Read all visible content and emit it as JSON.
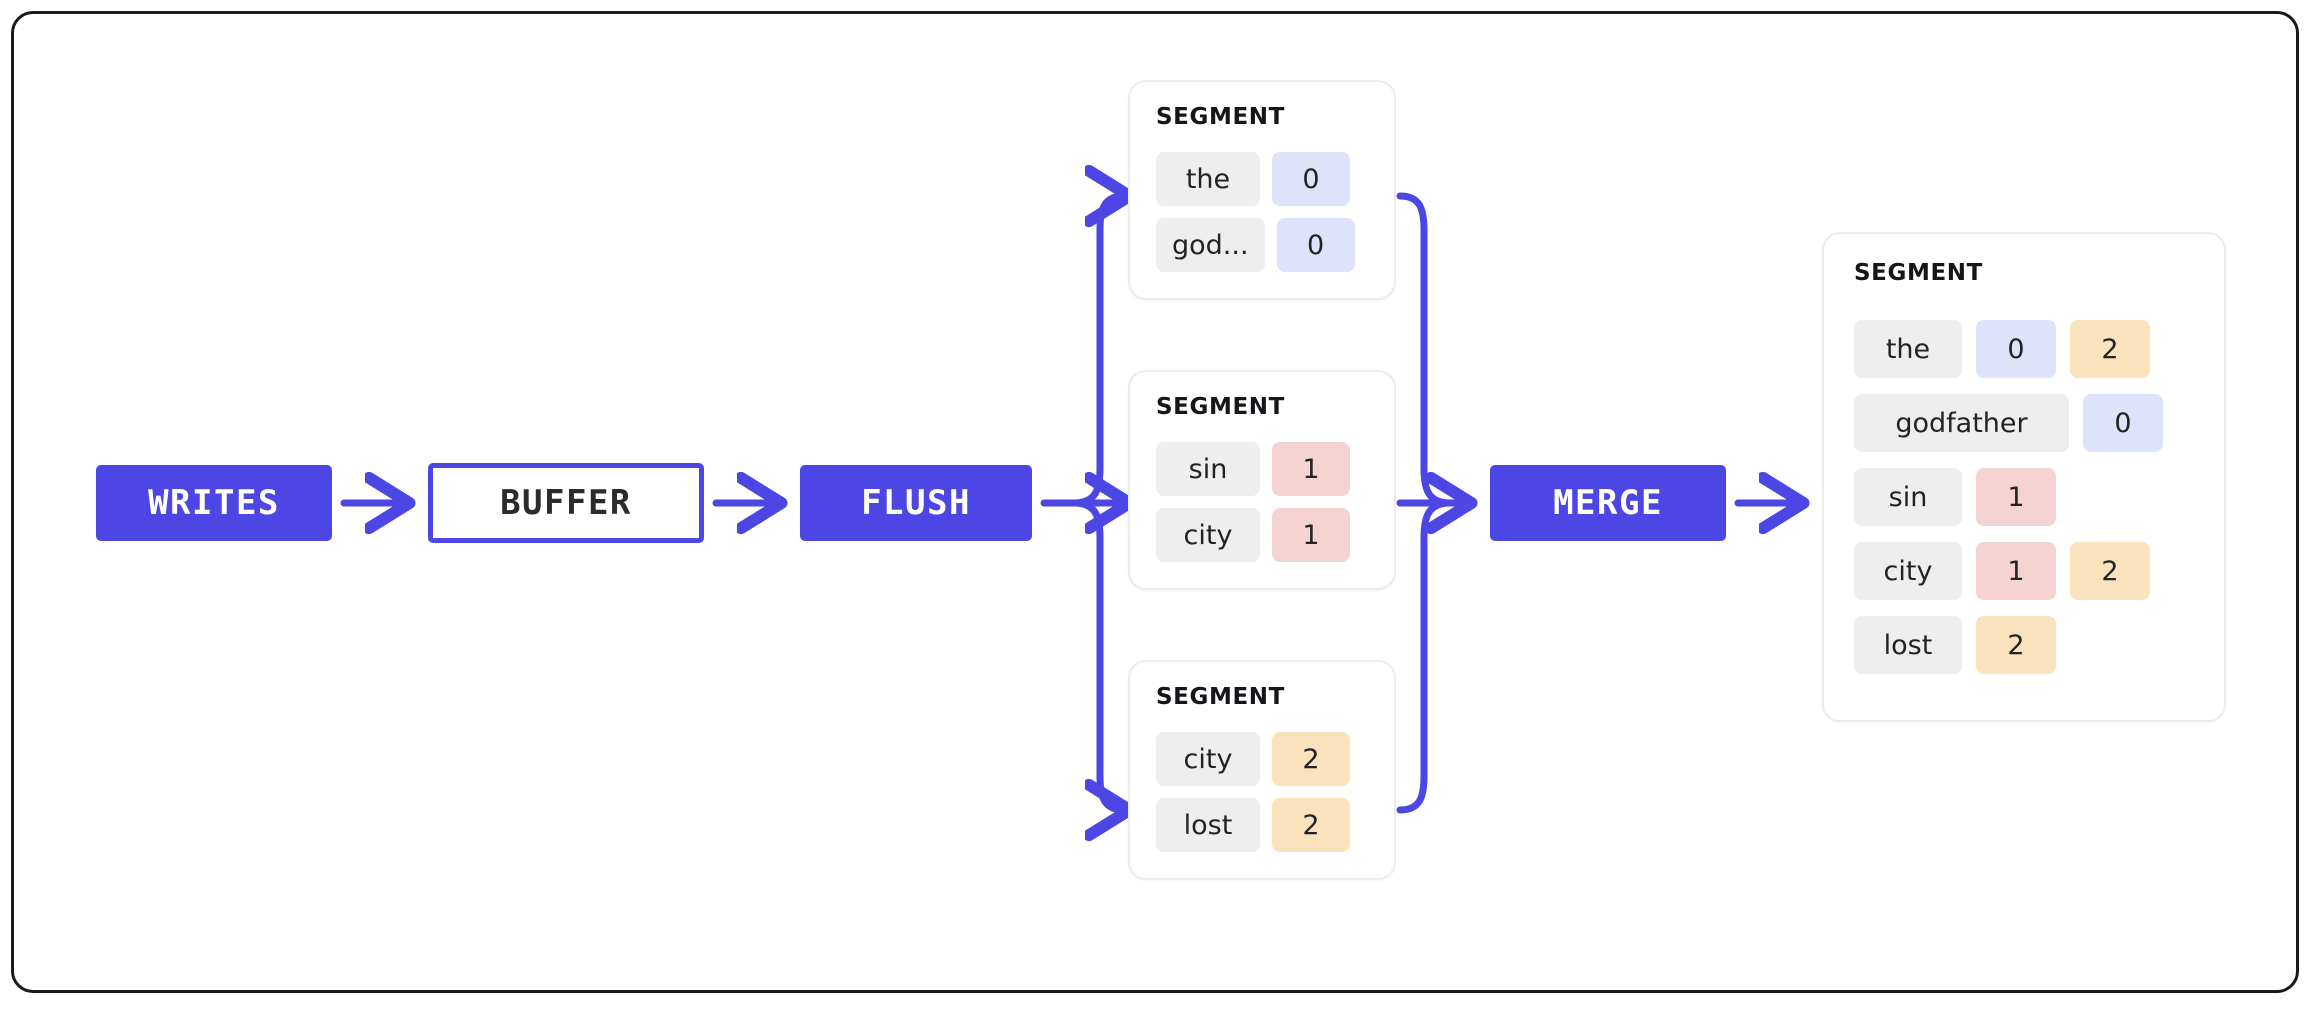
{
  "diagram": {
    "title": "LSM write path: writes to buffer, flush to segments, merge",
    "accent_color": "#4C46E5",
    "frame_color": "#1a1a1a",
    "chip_colors": {
      "key": "#eeeeef",
      "blue": "#dfe2fb",
      "pink": "#f5d3d3",
      "amber": "#fae3bc"
    }
  },
  "pipeline": {
    "writes_label": "WRITES",
    "buffer_label": "BUFFER",
    "flush_label": "FLUSH",
    "merge_label": "MERGE"
  },
  "segments": [
    {
      "title": "SEGMENT",
      "rows": [
        {
          "key": "the",
          "values": [
            {
              "text": "0",
              "tone": "blue"
            }
          ]
        },
        {
          "key": "god...",
          "values": [
            {
              "text": "0",
              "tone": "blue"
            }
          ]
        }
      ]
    },
    {
      "title": "SEGMENT",
      "rows": [
        {
          "key": "sin",
          "values": [
            {
              "text": "1",
              "tone": "pink"
            }
          ]
        },
        {
          "key": "city",
          "values": [
            {
              "text": "1",
              "tone": "pink"
            }
          ]
        }
      ]
    },
    {
      "title": "SEGMENT",
      "rows": [
        {
          "key": "city",
          "values": [
            {
              "text": "2",
              "tone": "amber"
            }
          ]
        },
        {
          "key": "lost",
          "values": [
            {
              "text": "2",
              "tone": "amber"
            }
          ]
        }
      ]
    }
  ],
  "merged_segment": {
    "title": "SEGMENT",
    "rows": [
      {
        "key": "the",
        "wide": false,
        "values": [
          {
            "text": "0",
            "tone": "blue"
          },
          {
            "text": "2",
            "tone": "amber"
          }
        ]
      },
      {
        "key": "godfather",
        "wide": true,
        "values": [
          {
            "text": "0",
            "tone": "blue"
          }
        ]
      },
      {
        "key": "sin",
        "wide": false,
        "values": [
          {
            "text": "1",
            "tone": "pink"
          }
        ]
      },
      {
        "key": "city",
        "wide": false,
        "values": [
          {
            "text": "1",
            "tone": "pink"
          },
          {
            "text": "2",
            "tone": "amber"
          }
        ]
      },
      {
        "key": "lost",
        "wide": false,
        "values": [
          {
            "text": "2",
            "tone": "amber"
          }
        ]
      }
    ]
  }
}
